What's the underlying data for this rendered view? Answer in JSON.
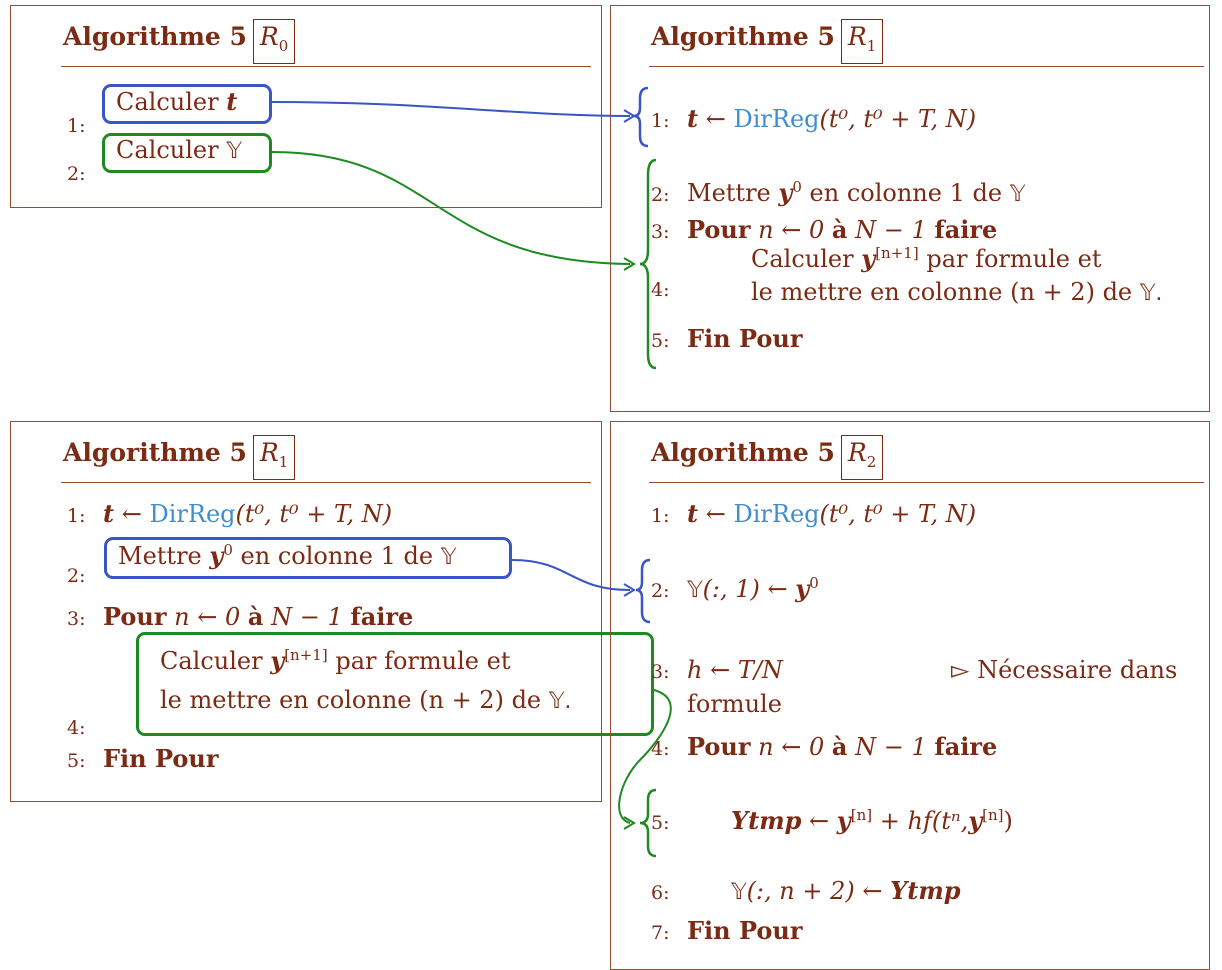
{
  "algo_word": "Algorithme 5",
  "panels": {
    "p1": {
      "tag": "R",
      "sub": "0"
    },
    "p2": {
      "tag": "R",
      "sub": "1"
    },
    "p3": {
      "tag": "R",
      "sub": "1"
    },
    "p4": {
      "tag": "R",
      "sub": "2"
    }
  },
  "p1": {
    "l1_num": "1:",
    "l1_text": "Calculer",
    "l1_var": "t",
    "l2_num": "2:",
    "l2_text": "Calculer",
    "l2_var": "𝕐"
  },
  "p2": {
    "l1_num": "1:",
    "l1_var": "t",
    "l1_arrow": "←",
    "l1_fn": "DirReg",
    "l1_args": "(t⁰, t⁰ + T, N)",
    "l2_num": "2:",
    "l2_a": "Mettre",
    "l2_var": "y",
    "l2_sup": "0",
    "l2_b": "en colonne 1 de",
    "l2_y": "𝕐",
    "l3_num": "3:",
    "l3_kw1": "Pour",
    "l3_mid1": "n ← 0",
    "l3_kw2": "à",
    "l3_mid2": "N − 1",
    "l3_kw3": "faire",
    "l4_num": "4:",
    "l4a_text": "Calculer",
    "l4a_var": "y",
    "l4a_sup": "[n+1]",
    "l4a_rest": "par formule et",
    "l4b_text": "le mettre en colonne (n + 2) de",
    "l4b_y": "𝕐.",
    "l5_num": "5:",
    "l5_kw": "Fin Pour"
  },
  "p3": {
    "l1_num": "1:",
    "l1_var": "t",
    "l1_arrow": "←",
    "l1_fn": "DirReg",
    "l1_args": "(t⁰, t⁰ + T, N)",
    "l2_num": "2:",
    "l2_a": "Mettre",
    "l2_var": "y",
    "l2_sup": "0",
    "l2_b": "en colonne 1 de",
    "l2_y": "𝕐",
    "l3_num": "3:",
    "l3_kw1": "Pour",
    "l3_mid1": "n ← 0",
    "l3_kw2": "à",
    "l3_mid2": "N − 1",
    "l3_kw3": "faire",
    "l4_num": "4:",
    "l4a_text": "Calculer",
    "l4a_var": "y",
    "l4a_sup": "[n+1]",
    "l4a_rest": "par formule et",
    "l4b_text": "le mettre en colonne (n + 2) de",
    "l4b_y": "𝕐.",
    "l5_num": "5:",
    "l5_kw": "Fin Pour"
  },
  "p4": {
    "l1_num": "1:",
    "l1_var": "t",
    "l1_arrow": "←",
    "l1_fn": "DirReg",
    "l1_args": "(t⁰, t⁰ + T, N)",
    "l2_num": "2:",
    "l2_y": "𝕐",
    "l2_mid": "(:, 1) ←",
    "l2_var": "y",
    "l2_sup": "0",
    "l3_num": "3:",
    "l3_text": "h ← T/N",
    "l3_comment": "▻ Nécessaire dans",
    "l3_cont": "formule",
    "l4_num": "4:",
    "l4_kw1": "Pour",
    "l4_mid1": "n ← 0",
    "l4_kw2": "à",
    "l4_mid2": "N − 1",
    "l4_kw3": "faire",
    "l5_num": "5:",
    "l5_var": "Ytmp",
    "l5_arrow": "←",
    "l5_y": "y",
    "l5_sup1": "[n]",
    "l5_mid": "+ hf(tⁿ,",
    "l5_y2": "y",
    "l5_sup2": "[n]",
    "l5_end": ")",
    "l6_num": "6:",
    "l6_y": "𝕐",
    "l6_mid": "(:, n + 2) ←",
    "l6_var": "Ytmp",
    "l7_num": "7:",
    "l7_kw": "Fin Pour"
  },
  "colors": {
    "text": "#7b2a14",
    "blue": "#3a55c4",
    "green": "#1e8a22",
    "fn": "#3f8fd0"
  }
}
